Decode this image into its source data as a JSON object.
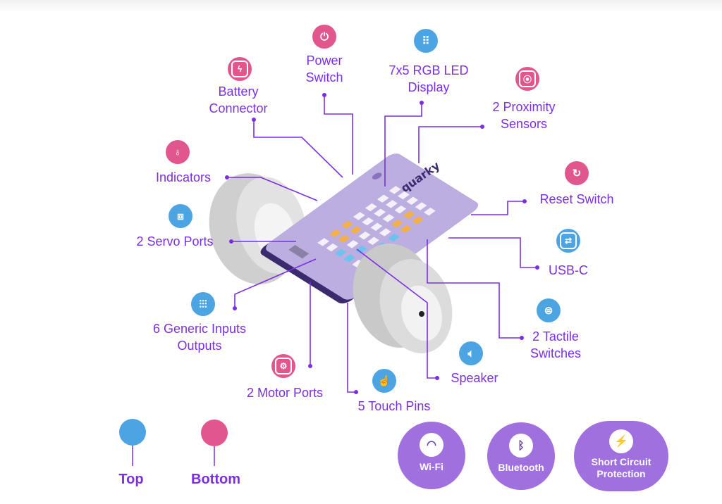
{
  "board_name": "quarky",
  "colors": {
    "label": "#7b2fe3",
    "top": "#4da4e3",
    "bottom": "#e2568e",
    "feature": "#a070de",
    "board": "#bcaee0"
  },
  "labels": {
    "power_switch": {
      "text": "Power\nSwitch",
      "icon": "power-icon",
      "side": "bottom"
    },
    "led_display": {
      "text": "7x5 RGB LED\nDisplay",
      "icon": "led-grid-icon",
      "side": "top"
    },
    "battery_connector": {
      "text": "Battery\nConnector",
      "icon": "battery-icon",
      "side": "bottom"
    },
    "proximity_sensors": {
      "text": "2 Proximity\nSensors",
      "icon": "proximity-sensor-icon",
      "side": "bottom"
    },
    "indicators": {
      "text": "Indicators",
      "icon": "led-icon",
      "side": "bottom"
    },
    "reset_switch": {
      "text": "Reset Switch",
      "icon": "reset-icon",
      "side": "bottom"
    },
    "servo_ports": {
      "text": "2 Servo Ports",
      "icon": "servo-icon",
      "side": "top"
    },
    "usb_c": {
      "text": "USB-C",
      "icon": "usb-icon",
      "side": "top"
    },
    "generic_io": {
      "text": "6 Generic Inputs\nOutputs",
      "icon": "io-pins-icon",
      "side": "top"
    },
    "tactile_switches": {
      "text": "2 Tactile\nSwitches",
      "icon": "button-icon",
      "side": "top"
    },
    "speaker": {
      "text": "Speaker",
      "icon": "speaker-icon",
      "side": "top"
    },
    "motor_ports": {
      "text": "2 Motor Ports",
      "icon": "motor-icon",
      "side": "bottom"
    },
    "touch_pins": {
      "text": "5 Touch Pins",
      "icon": "touch-icon",
      "side": "top"
    }
  },
  "legend": {
    "top": "Top",
    "bottom": "Bottom"
  },
  "features": [
    {
      "label": "Wi-Fi",
      "icon": "wifi-icon"
    },
    {
      "label": "Bluetooth",
      "icon": "bluetooth-icon"
    },
    {
      "label": "Short Circuit\nProtection",
      "icon": "shield-bolt-icon"
    }
  ]
}
